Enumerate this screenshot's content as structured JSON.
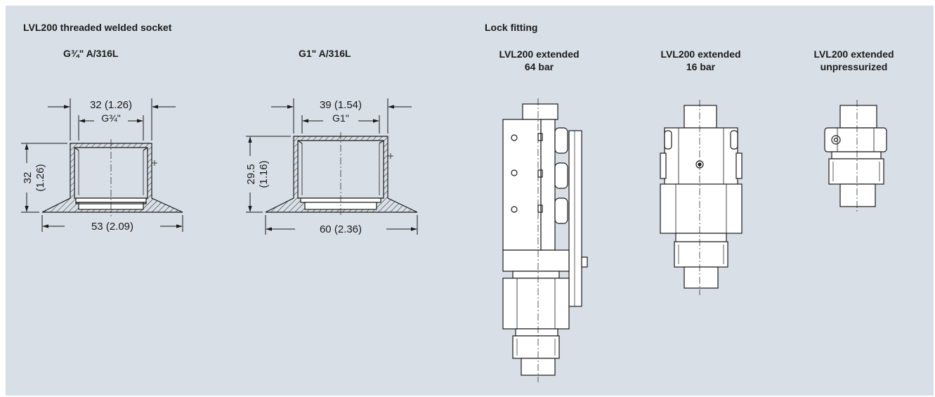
{
  "sections": {
    "welded_socket": {
      "title": "LVL200 threaded welded socket",
      "variants": [
        {
          "label": "G¾\" A/316L",
          "top_dim": "32 (1.26)",
          "thread": "G¾\"",
          "height_dim": "32",
          "height_dim_in": "(1.26)",
          "bottom_dim": "53 (2.09)"
        },
        {
          "label": "G1\" A/316L",
          "top_dim": "39 (1.54)",
          "thread": "G1\"",
          "height_dim": "29.5",
          "height_dim_in": "(1.16)",
          "bottom_dim": "60 (2.36)"
        }
      ]
    },
    "lock_fitting": {
      "title": "Lock fitting",
      "variants": [
        {
          "line1": "LVL200 extended",
          "line2": "64 bar"
        },
        {
          "line1": "LVL200 extended",
          "line2": "16 bar"
        },
        {
          "line1": "LVL200 extended",
          "line2": "unpressurized"
        }
      ]
    }
  },
  "colors": {
    "background": "#d8dfe6",
    "stroke": "#1a1a1a",
    "part_fill": "#ffffff"
  }
}
